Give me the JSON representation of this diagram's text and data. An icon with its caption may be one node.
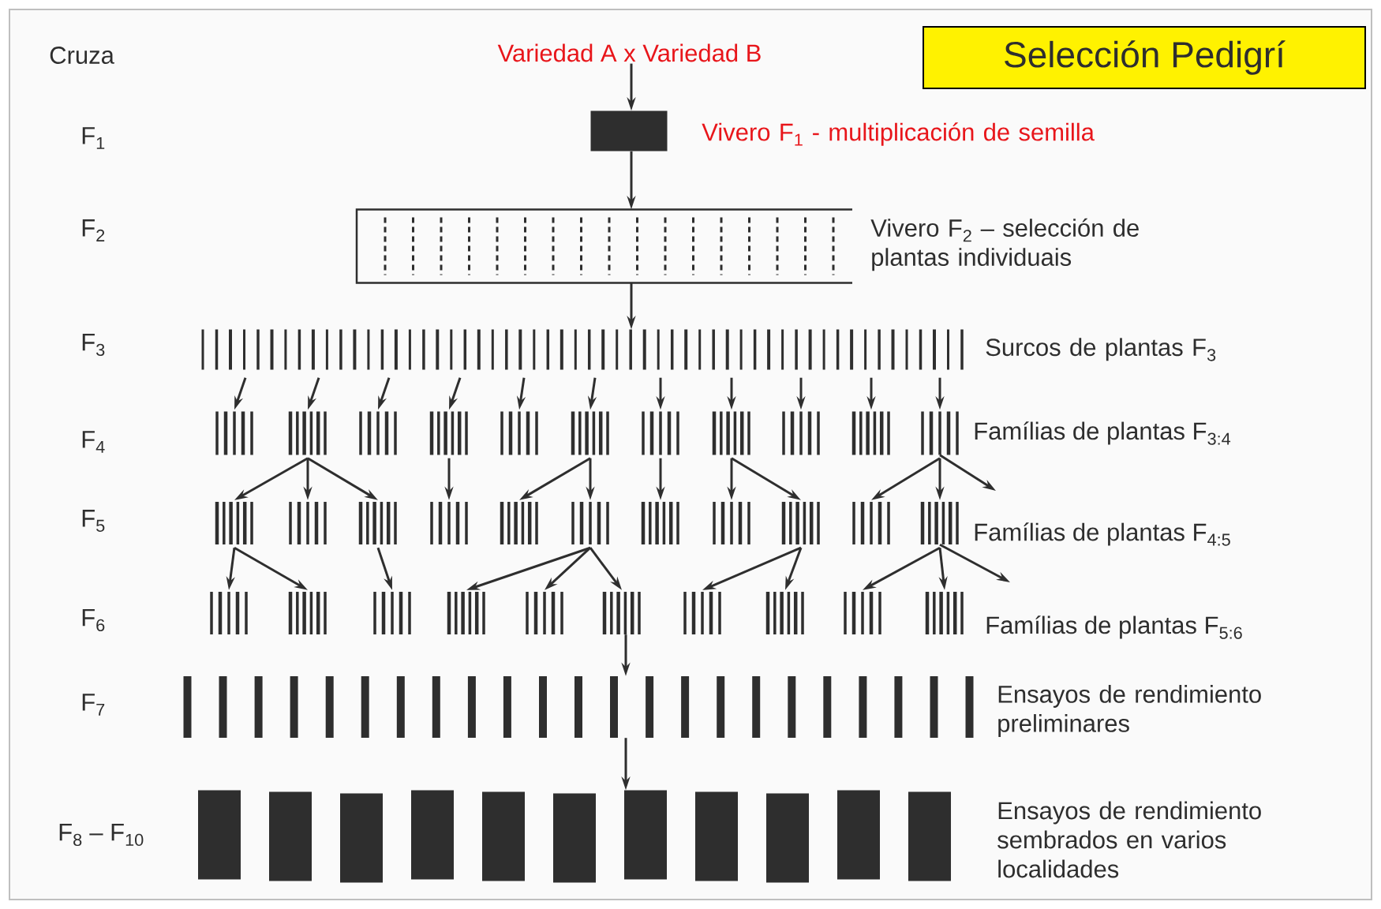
{
  "diagram": {
    "title": "Selección Pedigrí",
    "nodes": [
      {
        "text": [
          "Variedad A  x Variedad B"
        ]
      },
      {
        "text": [],
        "shape": "box",
        "beside": [
          "Vivero F$_{1}$ - multiplicación de semilla"
        ]
      },
      {
        "text": [],
        "shape": "box",
        "beside": [
          "Vivero F$_{2}$ – selección de plantas individuais"
        ]
      },
      {
        "text": [],
        "shape": "bar",
        "beside": [
          "Surcos de plantas F$_{3}$"
        ]
      },
      {
        "text": [],
        "shape": "bar"
      },
      {
        "text": [],
        "shape": "bar"
      },
      {
        "text": [],
        "shape": "bar"
      },
      {
        "text": [],
        "shape": "bar"
      },
      {
        "text": [],
        "shape": "bar"
      },
      {
        "text": [],
        "shape": "bar"
      },
      {
        "text": [],
        "shape": "bar"
      },
      {
        "text": [],
        "shape": "bar"
      },
      {
        "text": [],
        "shape": "bar"
      },
      {
        "text": [],
        "shape": "bar"
      },
      {
        "text": [],
        "shape": "bar"
      },
      {
        "text": [],
        "shape": "bar"
      },
      {
        "text": [],
        "shape": "bar"
      },
      {
        "text": [],
        "shape": "bar"
      },
      {
        "text": [],
        "shape": "bar"
      },
      {
        "text": [],
        "shape": "bar"
      },
      {
        "text": [],
        "shape": "bar"
      },
      {
        "text": [],
        "shape": "bar"
      },
      {
        "text": [],
        "shape": "bar"
      },
      {
        "text": [],
        "shape": "bar"
      },
      {
        "text": [],
        "shape": "bar"
      },
      {
        "text": [],
        "shape": "bar"
      },
      {
        "text": [],
        "shape": "bar"
      },
      {
        "text": [],
        "shape": "bar"
      },
      {
        "text": [],
        "shape": "bar"
      },
      {
        "text": [],
        "shape": "bar"
      },
      {
        "text": [],
        "shape": "bar"
      },
      {
        "text": [],
        "shape": "bar"
      },
      {
        "text": [],
        "shape": "bar"
      },
      {
        "text": [],
        "shape": "bar"
      },
      {
        "text": [],
        "shape": "bar"
      },
      {
        "text": [],
        "shape": "bar"
      },
      {
        "text": [],
        "shape": "bar",
        "beside": [
          "Ensayos de rendimiento preliminares"
        ]
      },
      {
        "text": [],
        "shape": "bar",
        "beside": [
          "Ensayos de rendimiento sembrados en varios localidades"
        ]
      }
    ],
    "edges": [
      {
        "from": 0,
        "to": 1,
        "arrow": "to"
      },
      {
        "from": 1,
        "to": 2,
        "arrow": "to"
      },
      {
        "from": 2,
        "to": 3,
        "arrow": "to"
      },
      {
        "from": 3,
        "to": 4,
        "arrow": "to"
      },
      {
        "from": 3,
        "to": 5,
        "arrow": "to"
      },
      {
        "from": 3,
        "to": 6,
        "arrow": "to"
      },
      {
        "from": 3,
        "to": 7,
        "arrow": "to"
      },
      {
        "from": 3,
        "to": 8,
        "arrow": "to"
      },
      {
        "from": 3,
        "to": 9,
        "arrow": "to"
      },
      {
        "from": 3,
        "to": 10,
        "arrow": "to"
      },
      {
        "from": 3,
        "to": 11,
        "arrow": "to"
      },
      {
        "from": 3,
        "to": 12,
        "arrow": "to"
      },
      {
        "from": 3,
        "to": 13,
        "arrow": "to"
      },
      {
        "from": 3,
        "to": 14,
        "arrow": "to"
      },
      {
        "from": 5,
        "to": 15,
        "arrow": "to"
      },
      {
        "from": 5,
        "to": 16,
        "arrow": "to"
      },
      {
        "from": 5,
        "to": 17,
        "arrow": "to"
      },
      {
        "from": 7,
        "to": 18,
        "arrow": "to"
      },
      {
        "from": 9,
        "to": 19,
        "arrow": "to"
      },
      {
        "from": 9,
        "to": 20,
        "arrow": "to"
      },
      {
        "from": 10,
        "to": 21,
        "arrow": "to"
      },
      {
        "from": 11,
        "to": 22,
        "arrow": "to"
      },
      {
        "from": 11,
        "to": 23,
        "arrow": "to"
      },
      {
        "from": 14,
        "to": 24,
        "arrow": "to"
      },
      {
        "from": 14,
        "to": 25,
        "arrow": "to"
      },
      {
        "from": 14,
        "to": null,
        "arrow": "to"
      },
      {
        "from": 15,
        "to": 26,
        "arrow": "to"
      },
      {
        "from": 15,
        "to": 27,
        "arrow": "to"
      },
      {
        "from": 17,
        "to": 28,
        "arrow": "to"
      },
      {
        "from": 20,
        "to": 29,
        "arrow": "to"
      },
      {
        "from": 20,
        "to": 30,
        "arrow": "to"
      },
      {
        "from": 20,
        "to": 31,
        "arrow": "to"
      },
      {
        "from": 23,
        "to": 32,
        "arrow": "to"
      },
      {
        "from": 23,
        "to": 33,
        "arrow": "to"
      },
      {
        "from": 25,
        "to": 34,
        "arrow": "to"
      },
      {
        "from": 25,
        "to": 35,
        "arrow": "to"
      },
      {
        "from": 25,
        "to": null,
        "arrow": "to"
      },
      {
        "from": 31,
        "to": 36,
        "arrow": "to"
      },
      {
        "from": 36,
        "to": 37,
        "arrow": "to"
      }
    ],
    "labels": [
      "Cruza",
      "F$_{1}$",
      "F$_{2}$",
      "F$_{3}$",
      "F$_{4}$",
      "F$_{5}$",
      "F$_{6}$",
      "F$_{7}$",
      "F$_{8}$ – F$_{10}$",
      "Famílias de plantas F$_{3:4}$",
      "Famílias de plantas F$_{4:5}$",
      "Famílias de plantas F$_{5:6}$"
    ]
  }
}
